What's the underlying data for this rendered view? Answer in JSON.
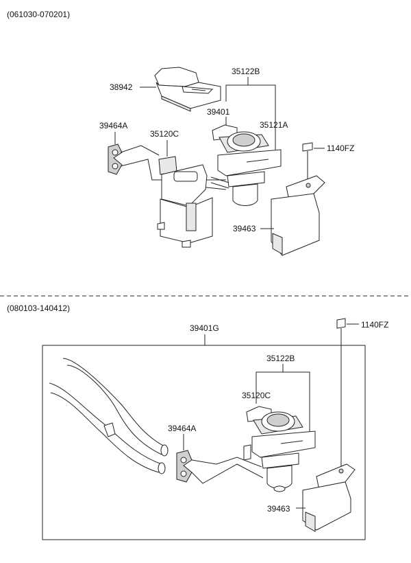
{
  "sections": [
    {
      "range": "(061030-070201)",
      "labels": {
        "p38942": "38942",
        "p35122B": "35122B",
        "p39401": "39401",
        "p35121A": "35121A",
        "p39464A": "39464A",
        "p35120C": "35120C",
        "p1140FZ": "1140FZ",
        "p39463": "39463"
      }
    },
    {
      "range": "(080103-140412)",
      "labels": {
        "p39401G": "39401G",
        "p1140FZ": "1140FZ",
        "p35122B": "35122B",
        "p35120C": "35120C",
        "p39464A": "39464A",
        "p39463": "39463"
      }
    }
  ],
  "icons": [
    "sensor-icon",
    "hose-icon",
    "bracket-icon",
    "bolt-icon",
    "clip-icon"
  ]
}
